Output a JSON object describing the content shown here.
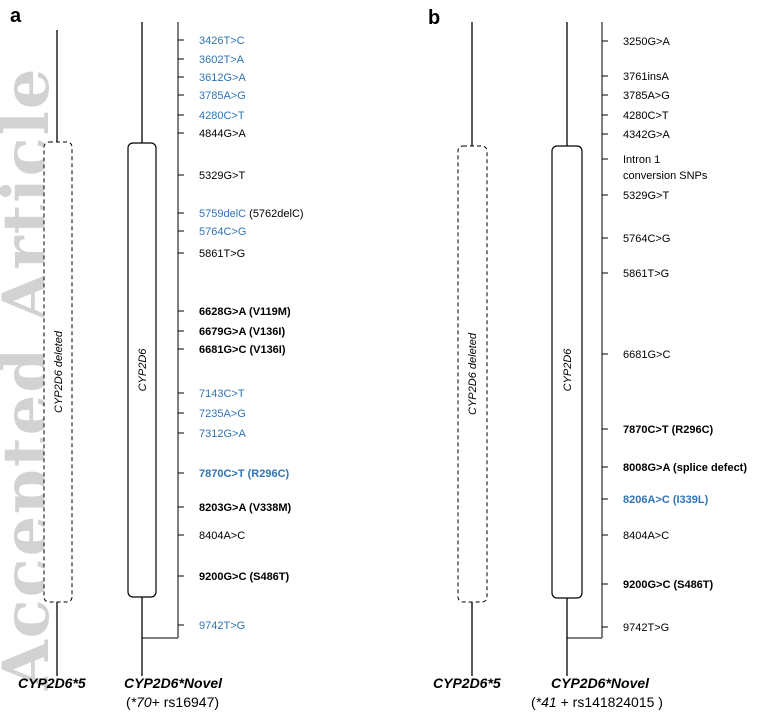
{
  "watermark": "Accepted Article",
  "colors": {
    "black": "#000000",
    "blue": "#2f74b5",
    "watermark": "#c8c8c8"
  },
  "panel_a": {
    "letter": "a",
    "left_allele": {
      "name": "CYP2D6*5",
      "box_label": "CYP2D6 deleted"
    },
    "right_allele": {
      "name": "CYP2D6*Novel",
      "sub_prefix": "(",
      "sub_italic": "*70",
      "sub_rest": "+ rs16947)",
      "box_label": "CYP2D6"
    },
    "variants": [
      {
        "text": "3426T>C",
        "color": "blue",
        "bold": false
      },
      {
        "text": "3602T>A",
        "color": "blue",
        "bold": false
      },
      {
        "text": "3612G>A",
        "color": "blue",
        "bold": false
      },
      {
        "text": "3785A>G",
        "color": "blue",
        "bold": false
      },
      {
        "text": "4280C>T",
        "color": "blue",
        "bold": false
      },
      {
        "text": "4844G>A",
        "color": "black",
        "bold": false
      },
      {
        "text": "5329G>T",
        "color": "black",
        "bold": false
      },
      {
        "text": "5759delC",
        "color": "blue",
        "bold": false,
        "suffix": " (5762delC)"
      },
      {
        "text": "5764C>G",
        "color": "blue",
        "bold": false
      },
      {
        "text": "5861T>G",
        "color": "black",
        "bold": false
      },
      {
        "text": "6628G>A (V119M)",
        "color": "black",
        "bold": true
      },
      {
        "text": "6679G>A (V136I)",
        "color": "black",
        "bold": true
      },
      {
        "text": "6681G>C (V136I)",
        "color": "black",
        "bold": true
      },
      {
        "text": "7143C>T",
        "color": "blue",
        "bold": false
      },
      {
        "text": "7235A>G",
        "color": "blue",
        "bold": false
      },
      {
        "text": "7312G>A",
        "color": "blue",
        "bold": false
      },
      {
        "text": "7870C>T (R296C)",
        "color": "blue",
        "bold": true,
        "large": true
      },
      {
        "text": "8203G>A (V338M)",
        "color": "black",
        "bold": true
      },
      {
        "text": "8404A>C",
        "color": "black",
        "bold": false
      },
      {
        "text": "9200G>C (S486T)",
        "color": "black",
        "bold": true
      },
      {
        "text": "9742T>G",
        "color": "blue",
        "bold": false
      }
    ]
  },
  "panel_b": {
    "letter": "b",
    "left_allele": {
      "name": "CYP2D6*5",
      "box_label": "CYP2D6 deleted"
    },
    "right_allele": {
      "name": "CYP2D6*Novel",
      "sub_prefix": "(",
      "sub_italic": "*41",
      "sub_rest": " + rs141824015 )",
      "box_label": "CYP2D6"
    },
    "variants": [
      {
        "text": "3250G>A",
        "color": "black",
        "bold": false
      },
      {
        "text": "3761insA",
        "color": "black",
        "bold": false
      },
      {
        "text": "3785A>G",
        "color": "black",
        "bold": false
      },
      {
        "text": "4280C>T",
        "color": "black",
        "bold": false
      },
      {
        "text": "4342G>A",
        "color": "black",
        "bold": false
      },
      {
        "text": "Intron 1",
        "color": "black",
        "bold": false,
        "second_line": "conversion SNPs"
      },
      {
        "text": "5329G>T",
        "color": "black",
        "bold": false
      },
      {
        "text": "5764C>G",
        "color": "black",
        "bold": false
      },
      {
        "text": "5861T>G",
        "color": "black",
        "bold": false
      },
      {
        "text": "6681G>C",
        "color": "black",
        "bold": false
      },
      {
        "text": "7870C>T (R296C)",
        "color": "black",
        "bold": true
      },
      {
        "text": "8008G>A (splice defect)",
        "color": "black",
        "bold": true
      },
      {
        "text": "8206A>C (I339L)",
        "color": "blue",
        "bold": true,
        "large": true
      },
      {
        "text": "8404A>C",
        "color": "black",
        "bold": false
      },
      {
        "text": "9200G>C (S486T)",
        "color": "black",
        "bold": true
      },
      {
        "text": "9742T>G",
        "color": "black",
        "bold": false
      }
    ]
  }
}
